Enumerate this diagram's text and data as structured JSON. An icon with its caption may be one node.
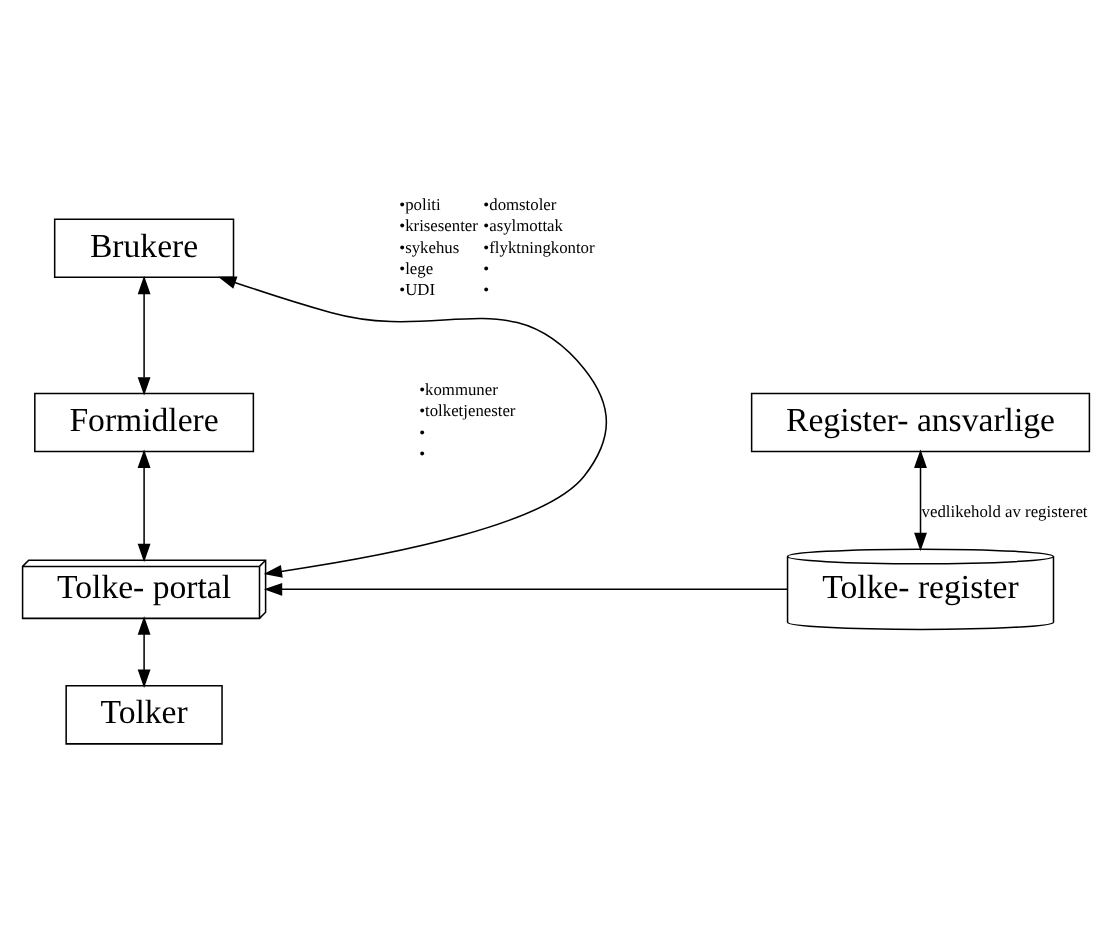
{
  "diagram": {
    "nodes": [
      {
        "text": [
          "Brukere"
        ],
        "beside": [
          "•politi",
          "•krisesenter",
          "•sykehus",
          "•lege",
          "•UDI",
          "•domstoler",
          "•asylmottak",
          "•flyktningkontor",
          "•",
          "•"
        ]
      },
      {
        "text": [
          "Formidlere"
        ],
        "beside": [
          "•kommuner",
          "•tolketjenester",
          "•",
          "•"
        ]
      },
      {
        "text": [
          "Tolke- portal"
        ]
      },
      {
        "text": [
          "Tolker"
        ]
      },
      {
        "text": [
          "Tolke- register"
        ]
      },
      {
        "text": [
          "Register- ansvarlige"
        ]
      }
    ],
    "edges": [
      {
        "from": 0,
        "to": 1,
        "arrow": "both"
      },
      {
        "from": 1,
        "to": 2,
        "arrow": "both"
      },
      {
        "from": 2,
        "to": 3,
        "arrow": "both"
      },
      {
        "from": 4,
        "to": 2,
        "arrow": "to"
      },
      {
        "from": 5,
        "to": 4,
        "arrow": "both",
        "label": "vedlikehold av registeret"
      },
      {
        "from": 2,
        "to": 0,
        "arrow": "both"
      }
    ]
  }
}
